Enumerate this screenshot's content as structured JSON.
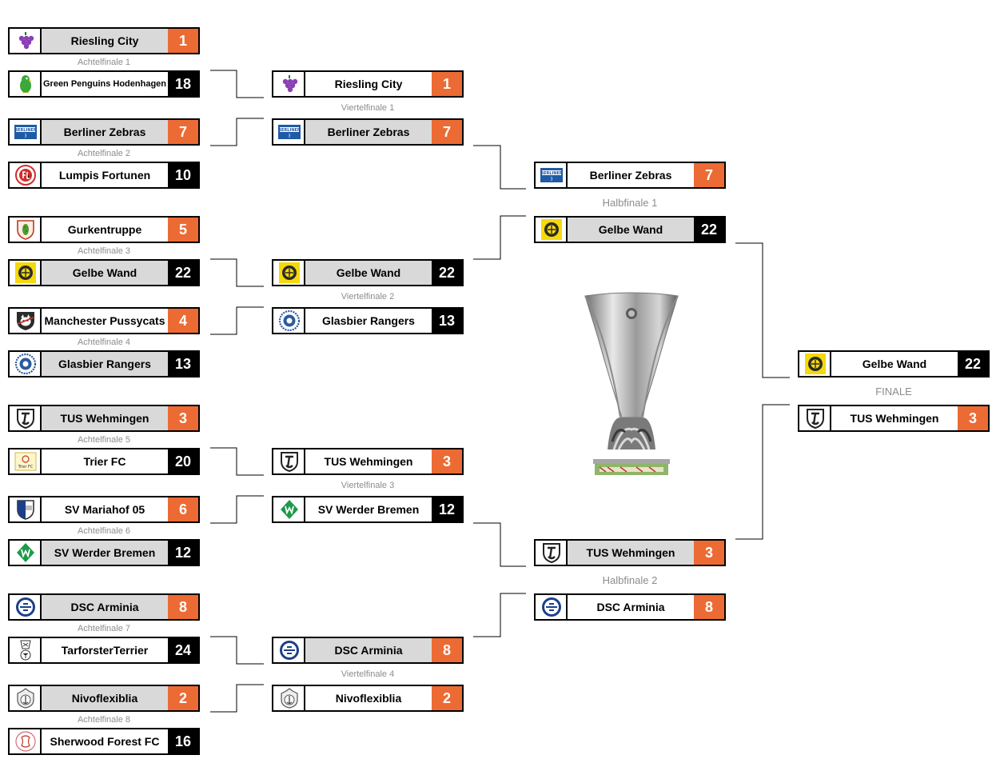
{
  "round_of_16": [
    {
      "label": "Achtelfinale 1",
      "team_a": {
        "name": "Riesling City",
        "score": "1",
        "logo": "grape-icon"
      },
      "team_b": {
        "name": "Green Penguins Hodenhagen",
        "score": "18",
        "logo": "green-penguin-icon"
      }
    },
    {
      "label": "Achtelfinale 2",
      "team_a": {
        "name": "Berliner Zebras",
        "score": "7",
        "logo": "berliner-badge-icon"
      },
      "team_b": {
        "name": "Lumpis Fortunen",
        "score": "10",
        "logo": "red-circle-crest-icon"
      }
    },
    {
      "label": "Achtelfinale 3",
      "team_a": {
        "name": "Gurkentruppe",
        "score": "5",
        "logo": "pickle-shield-icon"
      },
      "team_b": {
        "name": "Gelbe Wand",
        "score": "22",
        "logo": "yellow-wall-crest-icon"
      }
    },
    {
      "label": "Achtelfinale 4",
      "team_a": {
        "name": "Manchester Pussycats",
        "score": "4",
        "logo": "cat-shield-icon"
      },
      "team_b": {
        "name": "Glasbier Rangers",
        "score": "13",
        "logo": "blue-ring-crest-icon"
      }
    },
    {
      "label": "Achtelfinale 5",
      "team_a": {
        "name": "TUS Wehmingen",
        "score": "3",
        "logo": "tus-shield-icon"
      },
      "team_b": {
        "name": "Trier FC",
        "score": "20",
        "logo": "trier-fc-badge-icon"
      }
    },
    {
      "label": "Achtelfinale 6",
      "team_a": {
        "name": "SV Mariahof 05",
        "score": "6",
        "logo": "mariahof-shield-icon"
      },
      "team_b": {
        "name": "SV Werder Bremen",
        "score": "12",
        "logo": "werder-diamond-icon"
      }
    },
    {
      "label": "Achtelfinale 7",
      "team_a": {
        "name": "DSC Arminia",
        "score": "8",
        "logo": "arminia-crest-icon"
      },
      "team_b": {
        "name": "TarforsterTerrier",
        "score": "24",
        "logo": "terrier-crest-icon"
      }
    },
    {
      "label": "Achtelfinale 8",
      "team_a": {
        "name": "Nivoflexiblia",
        "score": "2",
        "logo": "anchor-crest-icon"
      },
      "team_b": {
        "name": "Sherwood Forest FC",
        "score": "16",
        "logo": "sherwood-crest-icon"
      }
    }
  ],
  "quarterfinals": [
    {
      "label": "Viertelfinale 1",
      "team_a": {
        "name": "Riesling City",
        "score": "1",
        "logo": "grape-icon"
      },
      "team_b": {
        "name": "Berliner Zebras",
        "score": "7",
        "logo": "berliner-badge-icon"
      }
    },
    {
      "label": "Viertelfinale 2",
      "team_a": {
        "name": "Gelbe Wand",
        "score": "22",
        "logo": "yellow-wall-crest-icon"
      },
      "team_b": {
        "name": "Glasbier Rangers",
        "score": "13",
        "logo": "blue-ring-crest-icon"
      }
    },
    {
      "label": "Viertelfinale 3",
      "team_a": {
        "name": "TUS Wehmingen",
        "score": "3",
        "logo": "tus-shield-icon"
      },
      "team_b": {
        "name": "SV Werder Bremen",
        "score": "12",
        "logo": "werder-diamond-icon"
      }
    },
    {
      "label": "Viertelfinale 4",
      "team_a": {
        "name": "DSC Arminia",
        "score": "8",
        "logo": "arminia-crest-icon"
      },
      "team_b": {
        "name": "Nivoflexiblia",
        "score": "2",
        "logo": "anchor-crest-icon"
      }
    }
  ],
  "semifinals": [
    {
      "label": "Halbfinale 1",
      "team_a": {
        "name": "Berliner Zebras",
        "score": "7",
        "logo": "berliner-badge-icon"
      },
      "team_b": {
        "name": "Gelbe Wand",
        "score": "22",
        "logo": "yellow-wall-crest-icon"
      }
    },
    {
      "label": "Halbfinale 2",
      "team_a": {
        "name": "TUS Wehmingen",
        "score": "3",
        "logo": "tus-shield-icon"
      },
      "team_b": {
        "name": "DSC Arminia",
        "score": "8",
        "logo": "arminia-crest-icon"
      }
    }
  ],
  "final": {
    "label": "FINALE",
    "team_a": {
      "name": "Gelbe Wand",
      "score": "22",
      "logo": "yellow-wall-crest-icon"
    },
    "team_b": {
      "name": "TUS Wehmingen",
      "score": "3",
      "logo": "tus-shield-icon"
    }
  },
  "trophy": {
    "icon": "europa-league-trophy-icon"
  },
  "colors": {
    "score_orange": "#ec6b34",
    "score_black": "#000000",
    "name_grey": "#d9d9d9",
    "label_grey": "#8c8c8c"
  }
}
